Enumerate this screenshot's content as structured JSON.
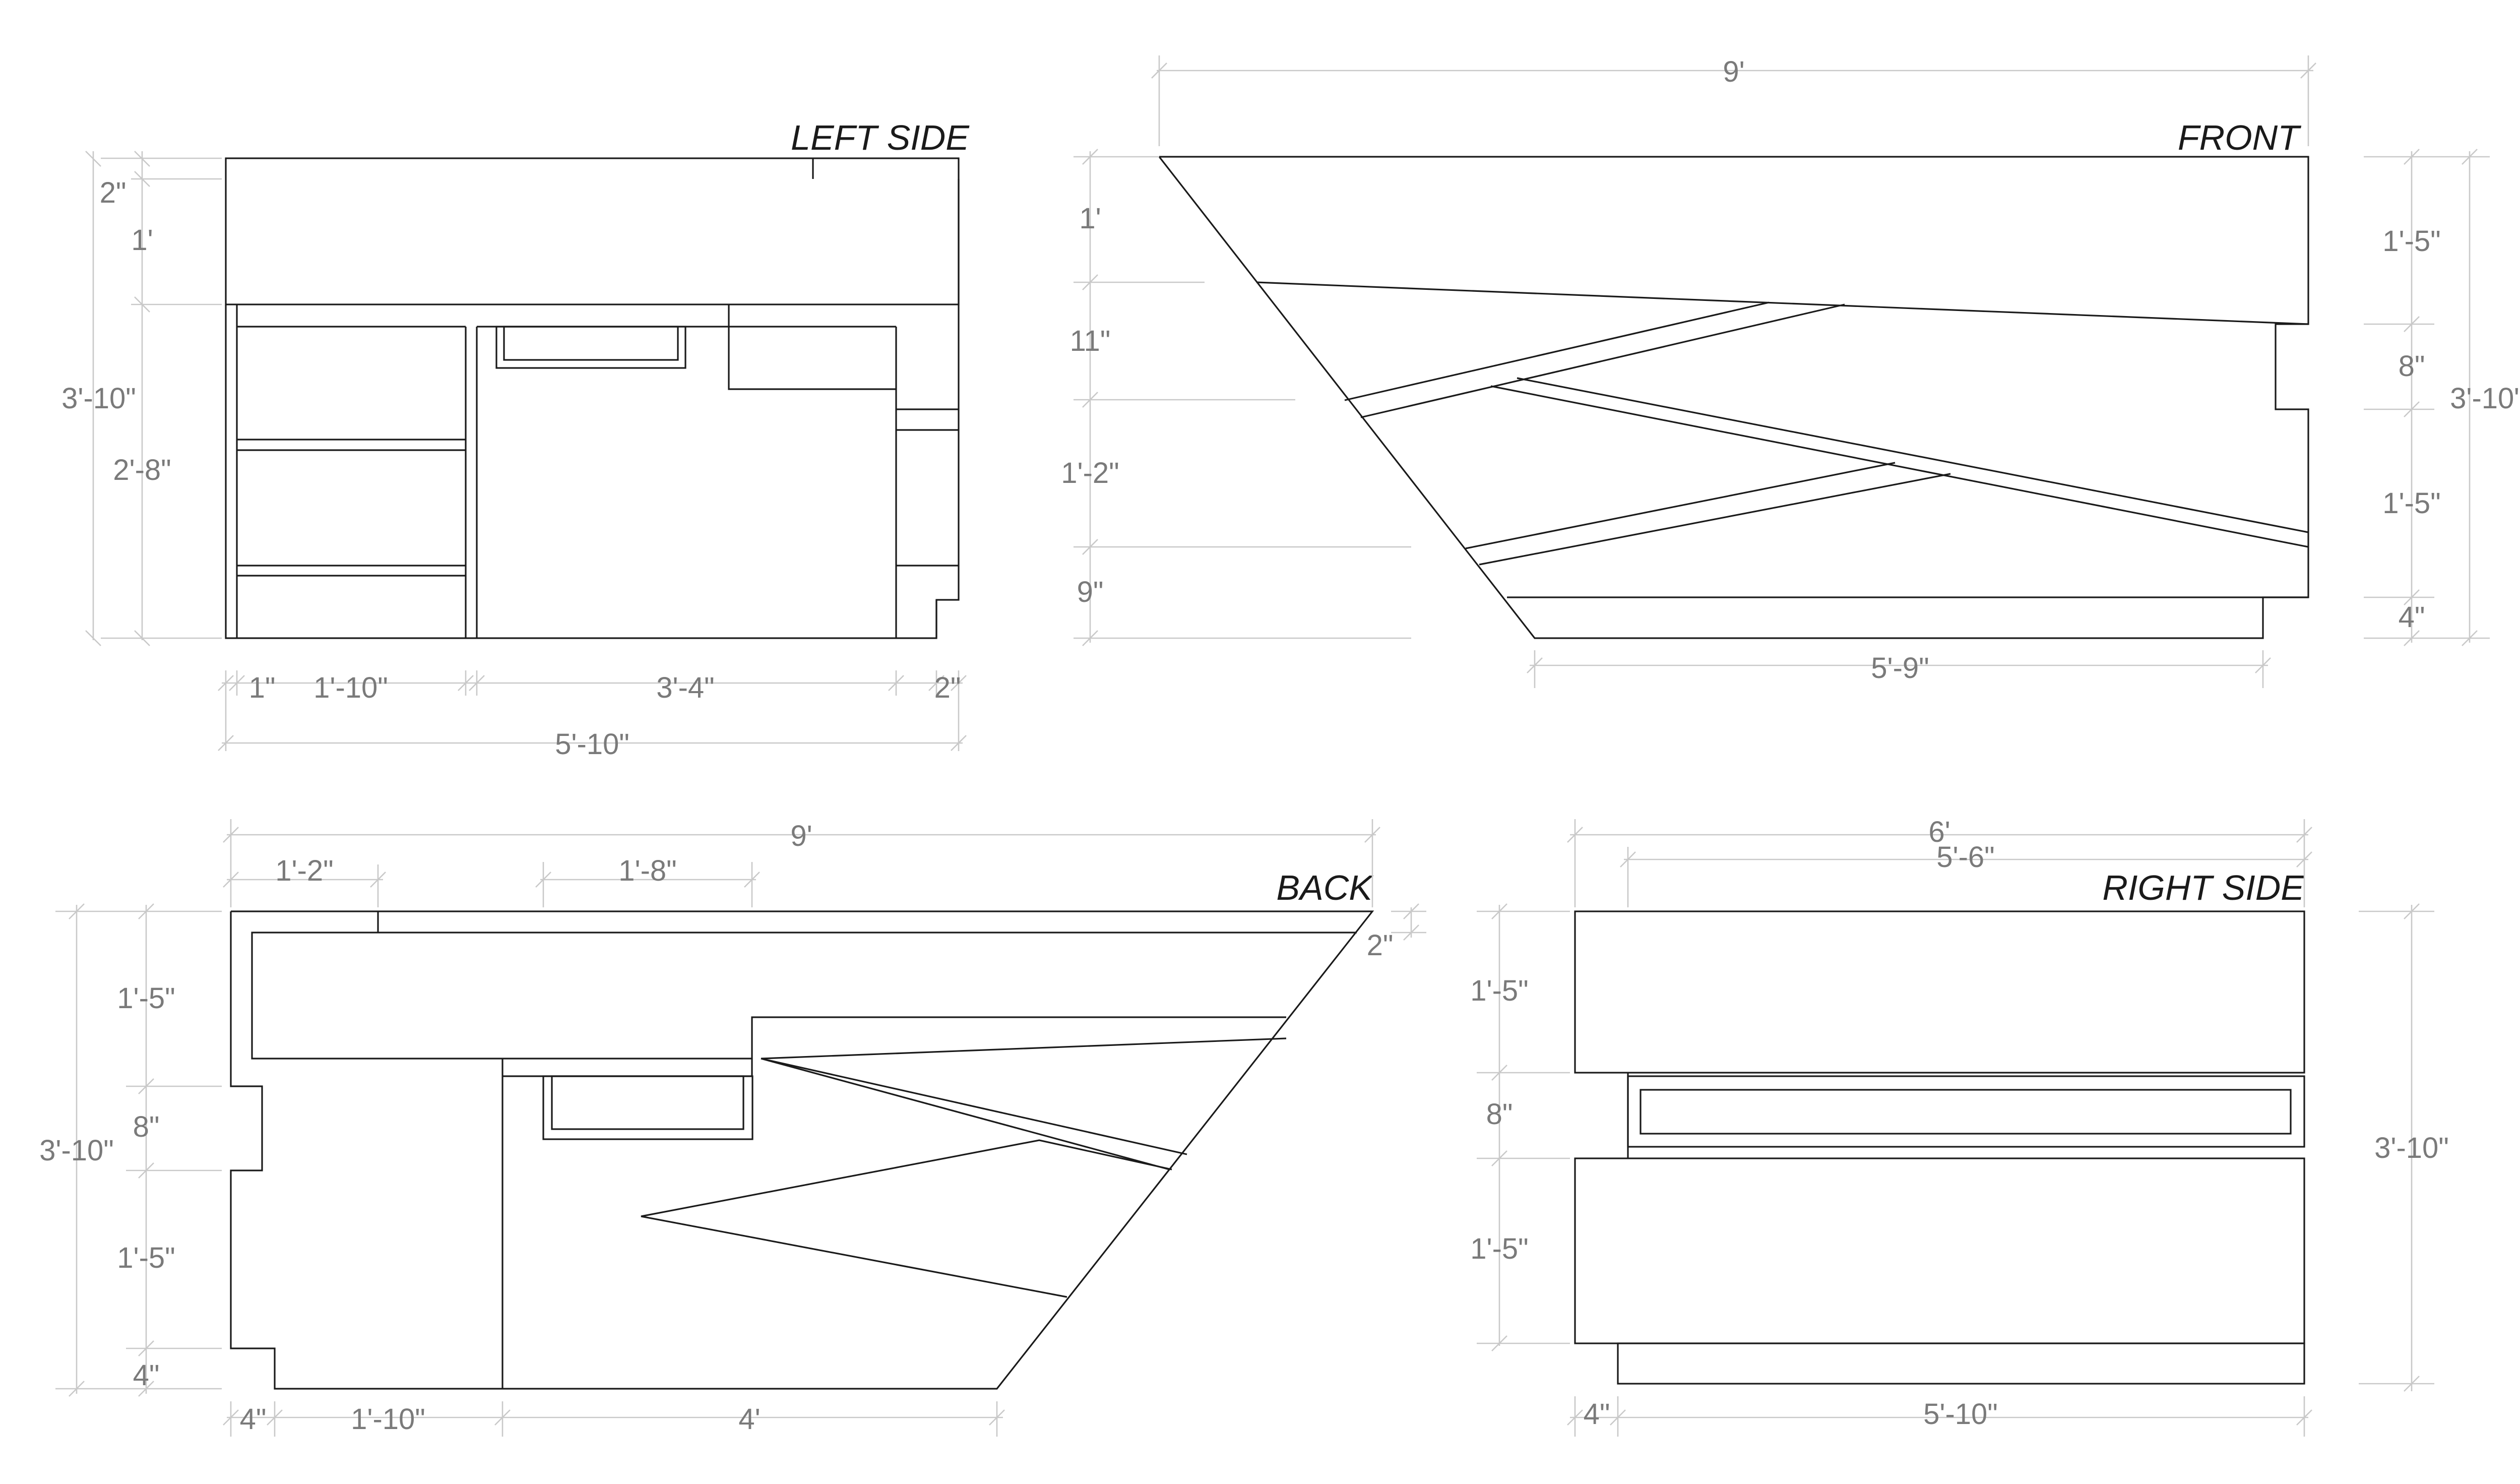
{
  "views": {
    "left_side": {
      "title": "LEFT SIDE",
      "dims": {
        "top_2in": "2\"",
        "top_1ft": "1'",
        "overall_height": "3'-10\"",
        "lower_height": "2'-8\"",
        "w_1in": "1\"",
        "w_1ft10": "1'-10\"",
        "w_3ft4": "3'-4\"",
        "w_2in": "2\"",
        "overall_width": "5'-10\""
      }
    },
    "front": {
      "title": "FRONT",
      "dims": {
        "overall_width": "9'",
        "l_1ft": "1'",
        "l_11in": "11\"",
        "l_1ft2": "1'-2\"",
        "l_9in": "9\"",
        "r_1ft5_top": "1'-5\"",
        "r_8in": "8\"",
        "r_1ft5_bottom": "1'-5\"",
        "r_4in": "4\"",
        "r_overall_height": "3'-10\"",
        "base_width": "5'-9\""
      }
    },
    "back": {
      "title": "BACK",
      "dims": {
        "overall_width": "9'",
        "w_1ft2": "1'-2\"",
        "w_1ft8": "1'-8\"",
        "top_2in": "2\"",
        "l_1ft5_top": "1'-5\"",
        "l_8in": "8\"",
        "l_1ft5_bottom": "1'-5\"",
        "l_4in": "4\"",
        "overall_height": "3'-10\"",
        "b_4in": "4\"",
        "b_1ft10": "1'-10\"",
        "b_4ft": "4'"
      }
    },
    "right_side": {
      "title": "RIGHT SIDE",
      "dims": {
        "overall_width": "6'",
        "inner_width": "5'-6\"",
        "l_1ft5_top": "1'-5\"",
        "l_8in": "8\"",
        "l_1ft5_bottom": "1'-5\"",
        "overall_height": "3'-10\"",
        "b_4in": "4\"",
        "b_5ft10": "5'-10\""
      }
    }
  },
  "colors": {
    "object_lines": "#1a1a1a",
    "dimension_lines": "#c9c9c9",
    "dimension_text": "#7a7a7a"
  }
}
